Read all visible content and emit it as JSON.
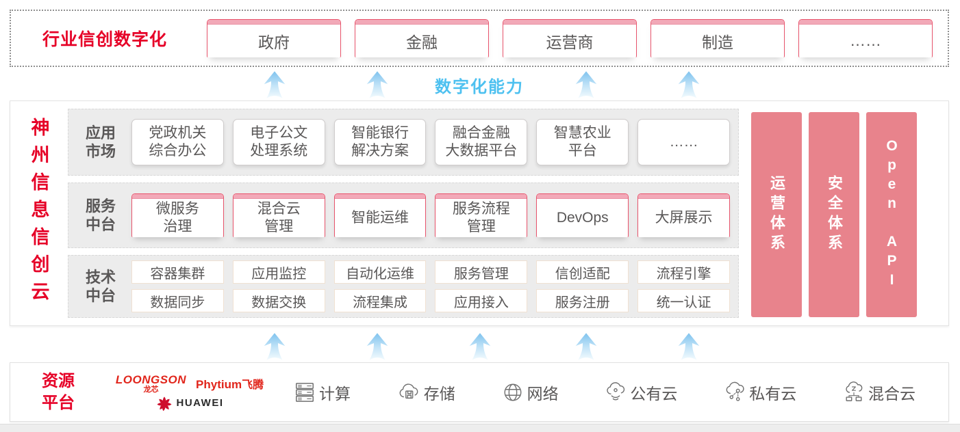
{
  "colors": {
    "accent_red": "#e60027",
    "capability_blue": "#4ec1f0",
    "pillar_pink": "#e8838c",
    "box_border_red": "#e8536b",
    "brand_red": "#ce0e2d",
    "text_gray": "#595757"
  },
  "industry": {
    "title": "行业信创数字化",
    "sectors": [
      "政府",
      "金融",
      "运营商",
      "制造",
      "……"
    ]
  },
  "capability": {
    "label": "数字化能力"
  },
  "cloud": {
    "title": "神州信息信创云",
    "app_market": {
      "label": "应用\n市场",
      "items": [
        "党政机关\n综合办公",
        "电子公文\n处理系统",
        "智能银行\n解决方案",
        "融合金融\n大数据平台",
        "智慧农业\n平台",
        "……"
      ]
    },
    "service": {
      "label": "服务\n中台",
      "items": [
        "微服务\n治理",
        "混合云\n管理",
        "智能运维",
        "服务流程\n管理",
        "DevOps",
        "大屏展示"
      ]
    },
    "tech": {
      "label": "技术\n中台",
      "row1": [
        "容器集群",
        "应用监控",
        "自动化运维",
        "服务管理",
        "信创适配",
        "流程引擎"
      ],
      "row2": [
        "数据同步",
        "数据交换",
        "流程集成",
        "应用接入",
        "服务注册",
        "统一认证"
      ]
    },
    "pillars": [
      "运营体系",
      "安全体系",
      "Open API"
    ]
  },
  "resource": {
    "title": "资源\n平台",
    "logos": {
      "loongson": "LOONGSON",
      "loongson_sub": "龙芯",
      "phytium": "Phytium",
      "phytium_sub": "飞腾",
      "huawei": "HUAWEI"
    },
    "items": [
      {
        "icon": "compute-icon",
        "label": "计算"
      },
      {
        "icon": "storage-icon",
        "label": "存储"
      },
      {
        "icon": "network-icon",
        "label": "网络"
      },
      {
        "icon": "public-cloud-icon",
        "label": "公有云"
      },
      {
        "icon": "private-cloud-icon",
        "label": "私有云"
      },
      {
        "icon": "hybrid-cloud-icon",
        "label": "混合云"
      }
    ]
  }
}
